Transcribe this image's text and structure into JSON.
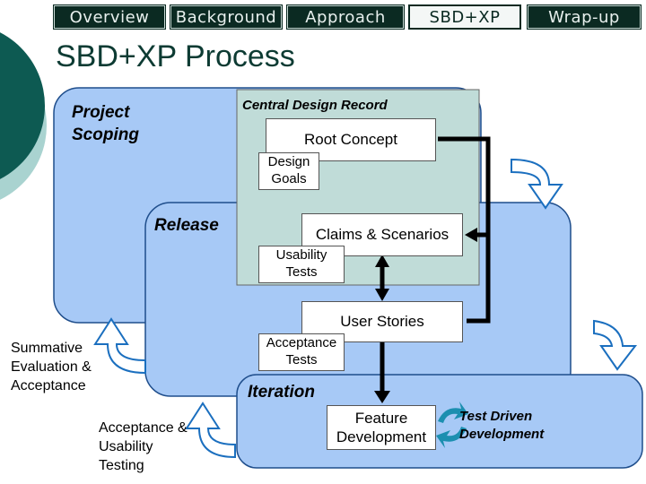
{
  "nav": {
    "tabs": [
      {
        "label": "Overview"
      },
      {
        "label": "Background"
      },
      {
        "label": "Approach"
      },
      {
        "label": "SBD+XP"
      },
      {
        "label": "Wrap-up"
      }
    ]
  },
  "slide": {
    "title": "SBD+XP Process"
  },
  "diagram": {
    "central_design_record": "Central Design Record",
    "project_scoping": "Project Scoping",
    "release": "Release",
    "iteration": "Iteration",
    "root_concept": "Root Concept",
    "design_goals": "Design Goals",
    "claims_scenarios": "Claims & Scenarios",
    "usability_tests": "Usability Tests",
    "user_stories": "User Stories",
    "acceptance_tests": "Acceptance Tests",
    "feature_development": "Feature Development",
    "test_driven_development": "Test Driven Development",
    "summative_evaluation": "Summative Evaluation & Acceptance",
    "acceptance_usability_testing": "Acceptance & Usability Testing"
  },
  "colors": {
    "tab_bg": "#0b2a22",
    "panel_blue": "#a7c9f6",
    "central_record": "#c0dcd8",
    "accent_teal": "#0d5a52"
  }
}
